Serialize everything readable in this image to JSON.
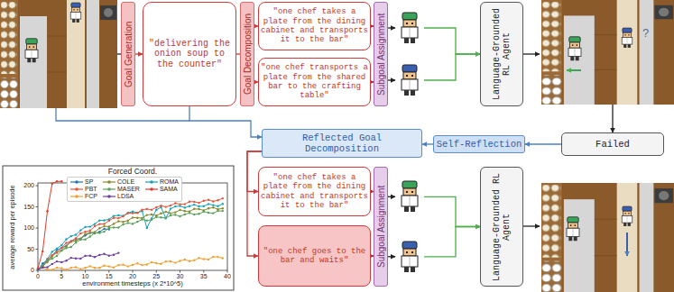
{
  "diagram": {
    "nodes": [
      {
        "text": [
          "Goal Generation"
        ]
      },
      {
        "text": [
          "\"delivering the onion soup to the counter\""
        ]
      },
      {
        "text": [
          "Goal Decomposition"
        ]
      },
      {
        "text": [
          "\"one chef takes a plate from the dining cabinet and transports it to the bar\""
        ]
      },
      {
        "text": [
          "\"one chef transports a plate from the shared bar to the crafting table\""
        ]
      },
      {
        "text": [
          "Subgoal Assignment"
        ]
      },
      {
        "text": [
          "Language-Grounded RL Agent"
        ]
      },
      {
        "text": [
          "Reflected Goal Decomposition"
        ]
      },
      {
        "text": [
          "Self-Reflection"
        ]
      },
      {
        "text": [
          "Failed"
        ]
      },
      {
        "text": [
          "\"one chef takes a plate from the dining cabinet and transports it to the bar\""
        ]
      },
      {
        "text": [
          "\"one chef goes to the bar and waits\""
        ]
      },
      {
        "text": [
          "Subgoal Assignment"
        ]
      },
      {
        "text": [
          "Language-Grounded RL Agent"
        ]
      }
    ],
    "edges": [
      {
        "from": 0,
        "to": 1,
        "arrow": "to"
      },
      {
        "from": 1,
        "to": 2,
        "arrow": "none"
      },
      {
        "from": 2,
        "to": 3,
        "arrow": "to"
      },
      {
        "from": 2,
        "to": 4,
        "arrow": "to"
      },
      {
        "from": 3,
        "to": 5,
        "arrow": "to"
      },
      {
        "from": 4,
        "to": 5,
        "arrow": "to"
      },
      {
        "from": 5,
        "to": 6,
        "arrow": "to"
      },
      {
        "from": 6,
        "to": 9,
        "arrow": "to"
      },
      {
        "from": 9,
        "to": 8,
        "arrow": "to"
      },
      {
        "from": 8,
        "to": 7,
        "arrow": "to"
      },
      {
        "from": 1,
        "to": 7,
        "arrow": "to"
      },
      {
        "from": 7,
        "to": 10,
        "arrow": "to"
      },
      {
        "from": 7,
        "to": 11,
        "arrow": "to"
      },
      {
        "from": 10,
        "to": 12,
        "arrow": "to"
      },
      {
        "from": 11,
        "to": 12,
        "arrow": "to"
      },
      {
        "from": 12,
        "to": 13,
        "arrow": "to"
      }
    ],
    "labels": [
      "?",
      "Forced Coord.",
      "average reward per episode",
      "environment timesteps (x 2*10^5)",
      "0",
      "5",
      "10",
      "15",
      "20",
      "25",
      "30",
      "35",
      "40",
      "0",
      "50",
      "100",
      "150",
      "200"
    ],
    "legend": [
      {
        "text": "SP"
      },
      {
        "text": "COLE"
      },
      {
        "text": "ROMA"
      },
      {
        "text": "PBT"
      },
      {
        "text": "MASER"
      },
      {
        "text": "SAMA"
      },
      {
        "text": "FCP"
      },
      {
        "text": "LDSA"
      }
    ]
  }
}
